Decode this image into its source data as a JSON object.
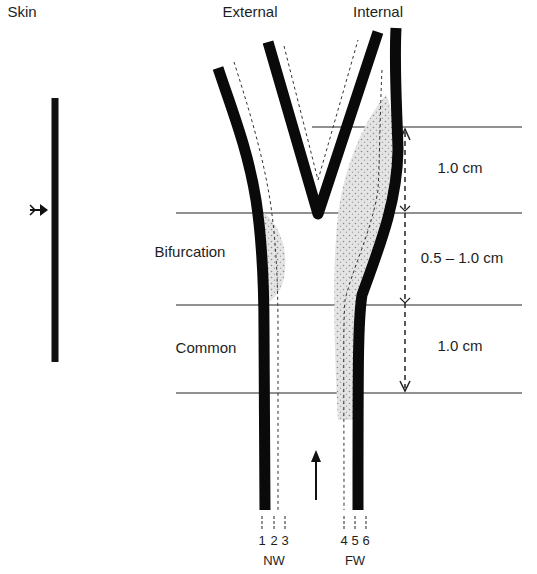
{
  "diagram": {
    "labels": [
      "Skin",
      "External",
      "Internal",
      "1.0 cm",
      "Bifurcation",
      "0.5 – 1.0 cm",
      "Common",
      "1.0 cm",
      "1",
      "2",
      "3",
      "4",
      "5",
      "6",
      "NW",
      "FW"
    ]
  }
}
